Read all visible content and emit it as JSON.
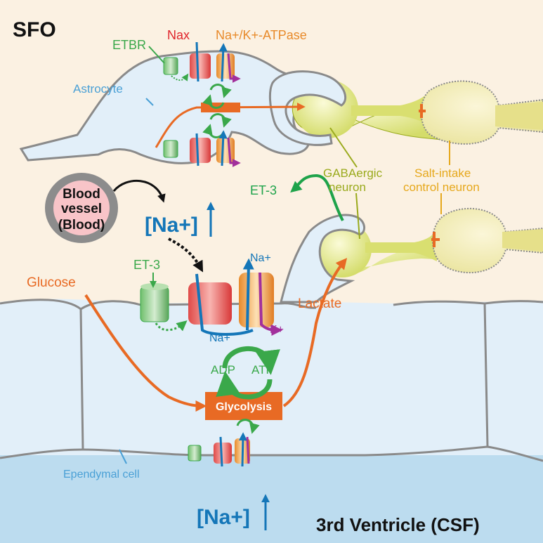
{
  "labels": {
    "sfo": "SFO",
    "etbr": "ETBR",
    "nax": "Nax",
    "na_k_atpase": "Na+/K+-ATPase",
    "astrocyte": "Astrocyte",
    "blood_vessel_line1": "Blood",
    "blood_vessel_line2": "vessel",
    "blood_vessel_line3": "(Blood)",
    "na_upper": "[Na+]",
    "et3_right": "ET-3",
    "gabaergic_line1": "GABAergic",
    "gabaergic_line2": "neuron",
    "salt_line1": "Salt-intake",
    "salt_line2": "control neuron",
    "glucose": "Glucose",
    "et3_left": "ET-3",
    "na_plus_top": "Na+",
    "na_plus_bottom": "Na+",
    "k_plus": "K+",
    "lactate": "Lactate",
    "adp": "ADP",
    "atp": "ATP",
    "glycolysis": "Glycolysis",
    "ependymal": "Ependymal cell",
    "na_lower": "[Na+]",
    "ventricle": "3rd Ventricle (CSF)"
  },
  "colors": {
    "sfo_bg": "#fbf1e2",
    "cell_bg": "#e2eff9",
    "csf_bg": "#bcdcef",
    "membrane": "#8a8a8a",
    "astro_blue": "#4aa0d6",
    "na_blue": "#1476b8",
    "nax_red": "#e0242b",
    "atpase_orange": "#e88a2a",
    "etbr_green": "#3aa84a",
    "et3_green": "#1ea34a",
    "glucose_orange": "#e86a24",
    "gaba_olive": "#9aaa1c",
    "salt_gold": "#e6a81c",
    "k_purple": "#a2309c",
    "vessel_pink": "#f8c4c8",
    "vessel_ring": "#8c8c8c"
  }
}
